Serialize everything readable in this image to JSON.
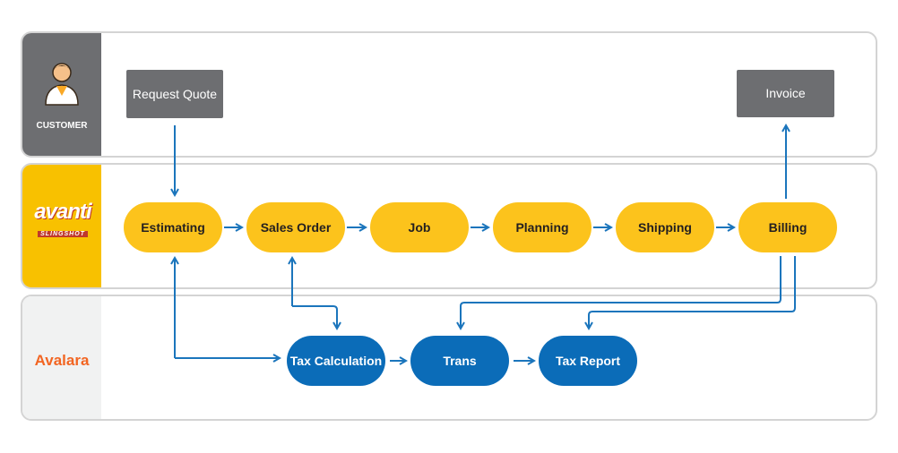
{
  "lanes": {
    "customer": {
      "label": "CUSTOMER",
      "icon": "customer-person-icon"
    },
    "avanti": {
      "logo_word": "avanti",
      "logo_sub": "SLINGSHOT",
      "icon": "avanti-slingshot-logo"
    },
    "avalara": {
      "logo_word": "Avalara",
      "icon": "avalara-logo"
    }
  },
  "customer_steps": {
    "request_quote": "Request Quote",
    "invoice": "Invoice"
  },
  "avanti_steps": [
    "Estimating",
    "Sales Order",
    "Job",
    "Planning",
    "Shipping",
    "Billing"
  ],
  "avalara_steps": [
    "Tax Calculation",
    "Trans",
    "Tax Report"
  ],
  "colors": {
    "customer_gray": "#6d6e71",
    "avanti_yellow": "#fcc31c",
    "avalara_blue": "#0b6cb8",
    "arrow_blue": "#1b75bc",
    "avalara_orange": "#f26522"
  }
}
